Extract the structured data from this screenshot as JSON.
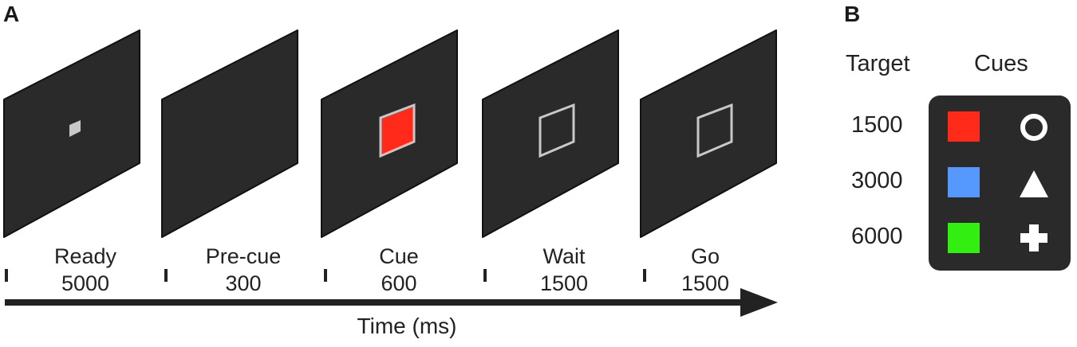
{
  "panel_a": {
    "letter": "A",
    "screens": [
      {
        "name": "Ready",
        "duration": "5000",
        "stimulus": "small-gray-square"
      },
      {
        "name": "Pre-cue",
        "duration": "300",
        "stimulus": "none"
      },
      {
        "name": "Cue",
        "duration": "600",
        "stimulus": "red-filled-frame"
      },
      {
        "name": "Wait",
        "duration": "1500",
        "stimulus": "empty-frame"
      },
      {
        "name": "Go",
        "duration": "1500",
        "stimulus": "empty-frame"
      }
    ],
    "axis_label": "Time (ms)"
  },
  "panel_b": {
    "letter": "B",
    "target_header": "Target",
    "cues_header": "Cues",
    "rows": [
      {
        "target": "1500",
        "color": "#ff2a1a",
        "symbol": "circle-icon"
      },
      {
        "target": "3000",
        "color": "#5599ff",
        "symbol": "triangle-icon"
      },
      {
        "target": "6000",
        "color": "#33ee11",
        "symbol": "plus-icon"
      }
    ]
  },
  "colors": {
    "screen": "#2a2a2a",
    "frame": "#c8c8c8"
  }
}
